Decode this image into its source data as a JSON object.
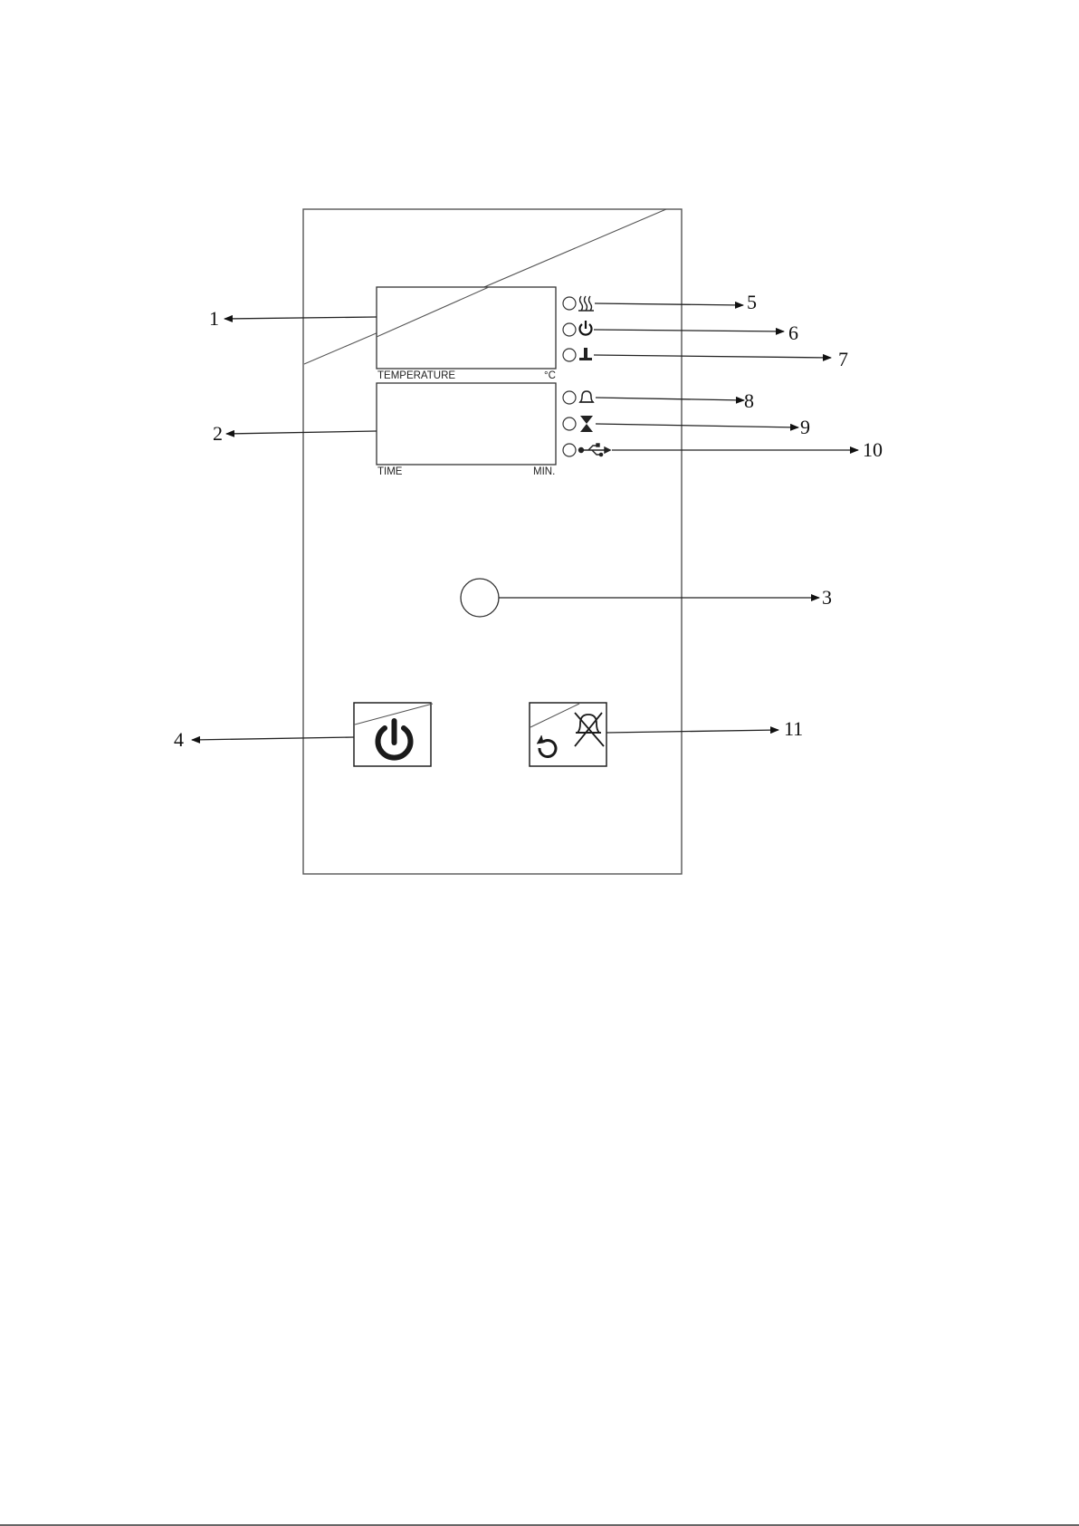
{
  "displays": {
    "temperature": {
      "label": "TEMPERATURE",
      "unit": "°C"
    },
    "time": {
      "label": "TIME",
      "unit": "MIN."
    }
  },
  "callouts": {
    "c1": "1",
    "c2": "2",
    "c3": "3",
    "c4": "4",
    "c5": "5",
    "c6": "6",
    "c7": "7",
    "c8": "8",
    "c9": "9",
    "c10": "10",
    "c11": "11"
  },
  "indicator_icons": [
    "heating-waves-icon",
    "power-icon",
    "thermometer-icon",
    "bell-icon",
    "hourglass-icon",
    "usb-icon"
  ],
  "buttons": {
    "power": "power-icon",
    "reset_mute": "reset-mute-icon"
  }
}
